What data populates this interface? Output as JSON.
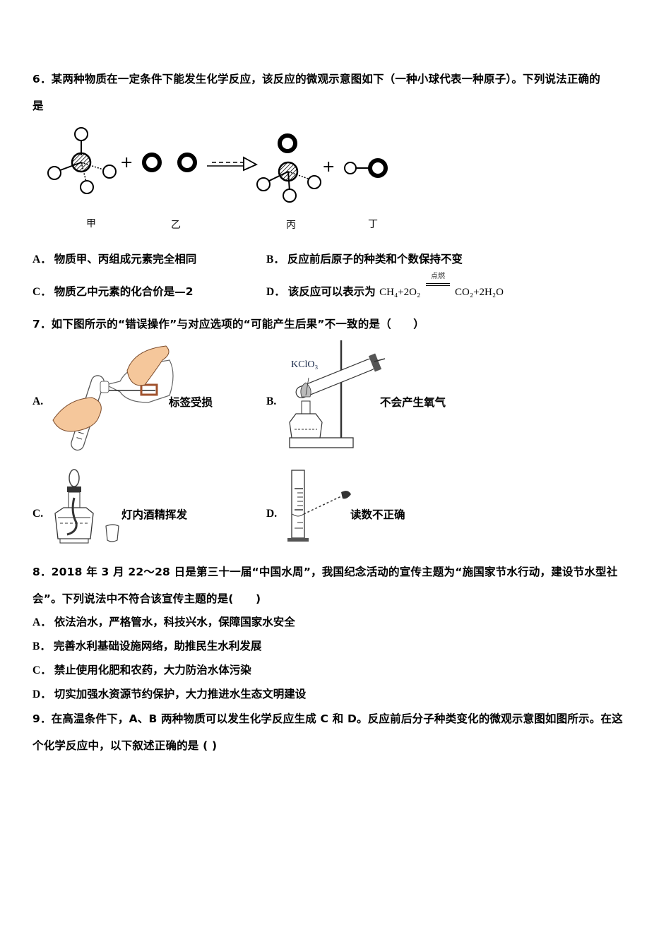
{
  "q6": {
    "stem_line1": "6．某两种物质在一定条件下能发生化学反应，该反应的微观示意图如下（一种小球代表一种原子）。下列说法正确的",
    "stem_line2": "是",
    "figure": {
      "labels": [
        "甲",
        "乙",
        "丙",
        "丁"
      ],
      "plus_sign": "+"
    },
    "options": [
      {
        "key": "A．",
        "text": "物质甲、丙组成元素完全相同"
      },
      {
        "key": "B．",
        "text": "反应前后原子的种类和个数保持不变"
      },
      {
        "key": "C．",
        "text": "物质乙中元素的化合价是—2"
      },
      {
        "key": "D．",
        "text": "该反应可以表示为",
        "equation_left": "CH₄+2O₂",
        "condition": "点燃",
        "equation_right": "CO₂+2H₂O"
      }
    ]
  },
  "q7": {
    "stem": "7．如下图所示的“错误操作”与对应选项的“可能产生后果”不一致的是（　　）",
    "options": [
      {
        "key": "A.",
        "caption": "标签受损"
      },
      {
        "key": "B.",
        "caption": "不会产生氧气",
        "figure_label": "KClO₃"
      },
      {
        "key": "C.",
        "caption": "灯内酒精挥发"
      },
      {
        "key": "D.",
        "caption": "读数不正确"
      }
    ]
  },
  "q8": {
    "stem_line1": "8．2018 年 3 月 22～28 日是第三十一届“中国水周”，我国纪念活动的宣传主题为“施国家节水行动，建设节水型社",
    "stem_line2": "会”。下列说法中不符合该宣传主题的是(　　)",
    "options": [
      {
        "key": "A．",
        "text": "依法治水，严格管水，科技兴水，保障国家水安全"
      },
      {
        "key": "B．",
        "text": "完善水利基础设施网络，助推民生水利发展"
      },
      {
        "key": "C．",
        "text": "禁止使用化肥和农药，大力防治水体污染"
      },
      {
        "key": "D．",
        "text": "切实加强水资源节约保护，大力推进水生态文明建设"
      }
    ]
  },
  "q9": {
    "stem_line1": "9．在高温条件下，A、B 两种物质可以发生化学反应生成 C 和 D。反应前后分子种类变化的微观示意图如图所示。在这",
    "stem_line2": "个化学反应中，以下叙述正确的是 (  )"
  }
}
